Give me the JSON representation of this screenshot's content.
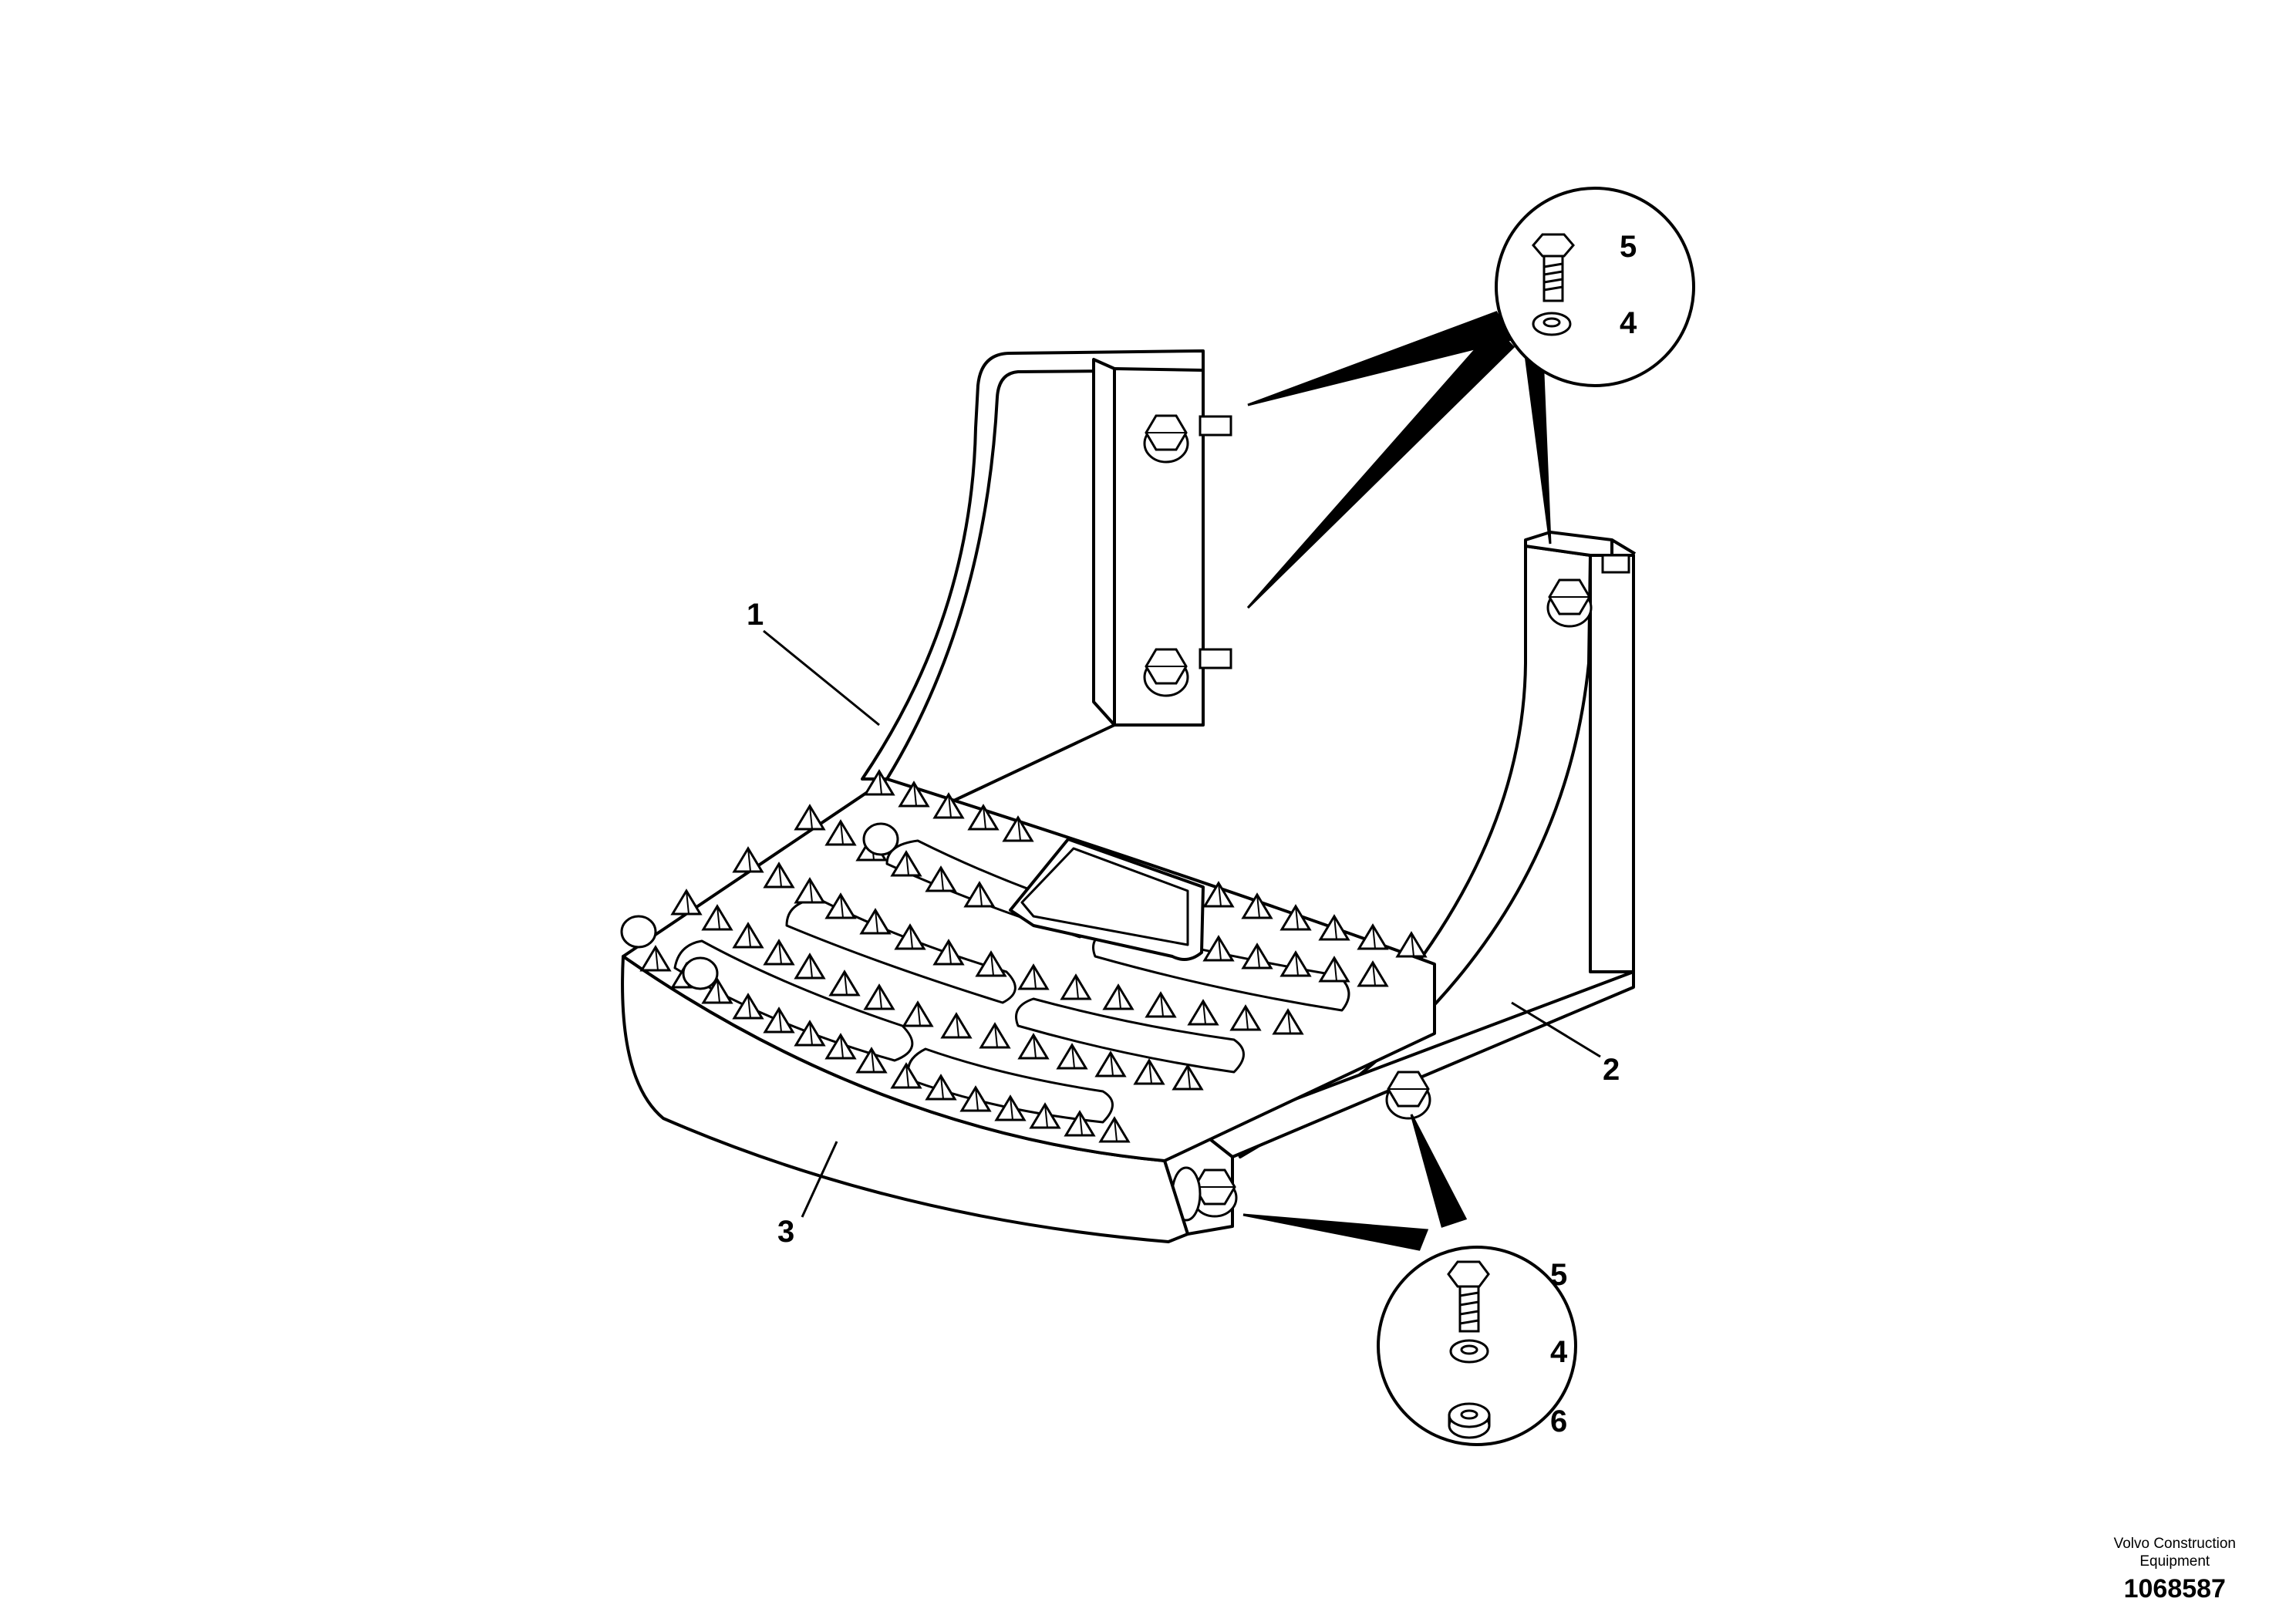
{
  "callouts": {
    "item_1": "1",
    "item_2": "2",
    "item_3": "3",
    "upper_detail_bolt": "5",
    "upper_detail_washer": "4",
    "lower_detail_bolt": "5",
    "lower_detail_washer": "4",
    "lower_detail_nut": "6"
  },
  "credit": {
    "line1": "Volvo Construction",
    "line2": "Equipment",
    "drawing_number": "1068587"
  },
  "colors": {
    "ink": "#000000",
    "paper": "#ffffff"
  }
}
